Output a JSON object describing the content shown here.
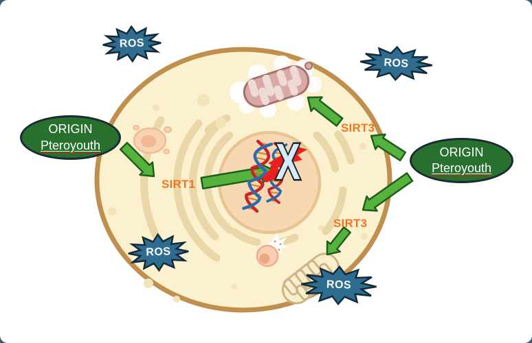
{
  "badges": [
    {
      "id": "ros-top-left",
      "label": "ROS"
    },
    {
      "id": "ros-top-right",
      "label": "ROS"
    },
    {
      "id": "ros-cytoplasm",
      "label": "ROS"
    },
    {
      "id": "ros-bottom-right",
      "label": "ROS"
    }
  ],
  "ovals": [
    {
      "id": "origin-left",
      "line1": "ORIGIN",
      "line2": "Pteroyouth"
    },
    {
      "id": "origin-right",
      "line1": "ORIGIN",
      "line2": "Pteroyouth"
    }
  ],
  "enzymes": [
    {
      "id": "sirt1",
      "label": "SIRT1"
    },
    {
      "id": "sirt3-top",
      "label": "SIRT3"
    },
    {
      "id": "sirt3-bottom",
      "label": "SIRT3"
    }
  ],
  "annotations": {
    "x_mark": "X"
  },
  "colors": {
    "backdrop": "#42596b",
    "card": "#ffffff",
    "ros_fill": "#2e6d90",
    "ros_stroke": "#122b3a",
    "ros_text": "#ffffff",
    "origin_fill": "#27702e",
    "origin_stroke": "#1b2a33",
    "origin_text": "#ffffff",
    "enzyme_text": "#ee7623",
    "arrow_fill": "#54b23d",
    "arrow_stroke": "#1d5e1d",
    "cell_fill": "#fbf1cf",
    "cell_membrane": "#c08f4e",
    "nucleus_fill": "#f6d9b2",
    "nucleus_stroke": "#e8c493",
    "er_arc": "#ead7a8",
    "dna_red": "#c4252b",
    "dna_blue": "#2b6cb0",
    "dna_rung": "#e0862c",
    "x_fill": "#d6eaf8",
    "x_stroke": "#18222d",
    "flash_red": "#e8201f",
    "mito_fill": "#d9a9a5",
    "mito_stroke": "#a5706d",
    "ghost_mito": "#cdb488",
    "blob_fill": "#f8d3b2",
    "blob_stroke": "#f0bb97"
  },
  "diagram": {
    "description": "Cell diagram: ORIGIN Pteroyouth activates SIRT1 acting on nuclear DNA (blocked, X) and SIRT3 acting on mitochondria; ROS bursts surround and enter the cell.",
    "edges": [
      {
        "from": "origin-left",
        "to": "sirt1",
        "type": "arrow"
      },
      {
        "from": "sirt1",
        "to": "nuclear-dna",
        "type": "arrow"
      },
      {
        "from": "sirt3-top",
        "to": "mitochondrion-damaged",
        "type": "arrow"
      },
      {
        "from": "origin-right",
        "to": "sirt3-top",
        "type": "arrow"
      },
      {
        "from": "origin-right",
        "to": "sirt3-bottom",
        "type": "arrow"
      },
      {
        "from": "sirt3-bottom",
        "to": "mitochondrion-bottom",
        "type": "arrow"
      }
    ]
  }
}
